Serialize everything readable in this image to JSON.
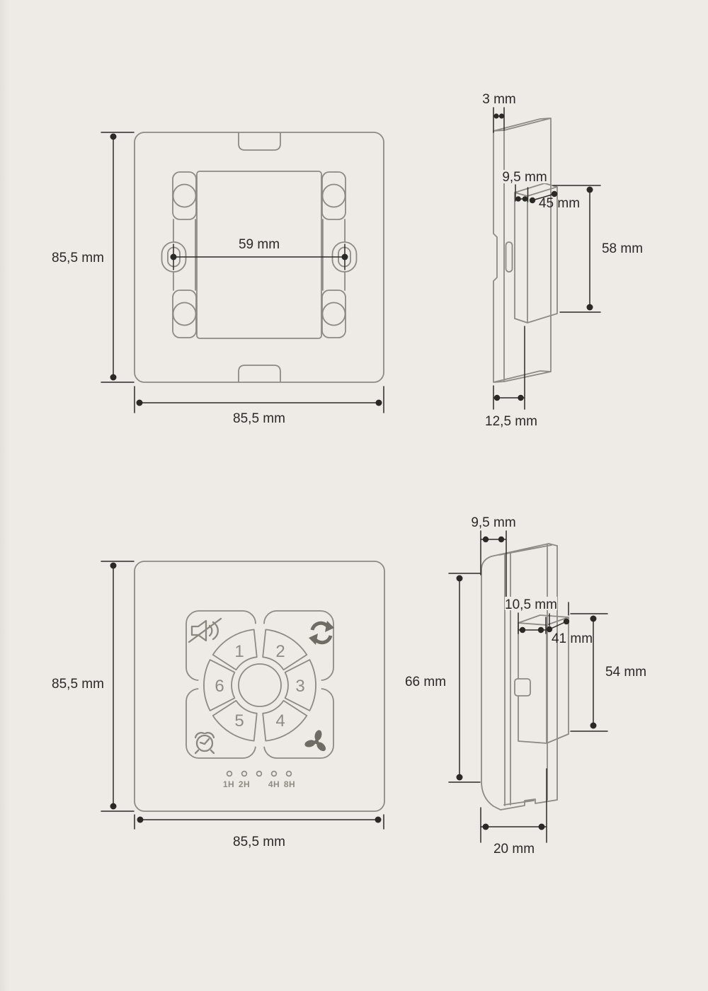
{
  "colors": {
    "background": "#eeebe6",
    "outline": "#8d8a84",
    "dimension": "#2b2926",
    "icon": "#6f6c65",
    "panel_label": "#8e8b84"
  },
  "views": {
    "backplate_front": {
      "dim_height": "85,5 mm",
      "dim_hole_spacing": "59 mm",
      "dim_width": "85,5 mm"
    },
    "backplate_side": {
      "dim_plate_thickness": "3 mm",
      "dim_box_depth": "9,5 mm",
      "dim_box_width": "45 mm",
      "dim_box_height": "58 mm",
      "dim_total_depth": "12,5 mm"
    },
    "panel_front": {
      "dim_height": "85,5 mm",
      "dim_width": "85,5 mm",
      "buttons": [
        "1",
        "2",
        "3",
        "4",
        "5",
        "6"
      ],
      "timer_labels": [
        "1H",
        "2H",
        "4H",
        "8H"
      ],
      "icons": {
        "top_left": "mute-icon",
        "top_right": "cycle-icon",
        "bottom_left": "alarm-icon",
        "bottom_right": "fan-icon"
      }
    },
    "panel_side": {
      "dim_cover_depth": "9,5 mm",
      "dim_height": "66 mm",
      "dim_box_depth": "10,5 mm",
      "dim_box_width": "41 mm",
      "dim_box_height": "54 mm",
      "dim_total_depth": "20 mm"
    }
  }
}
